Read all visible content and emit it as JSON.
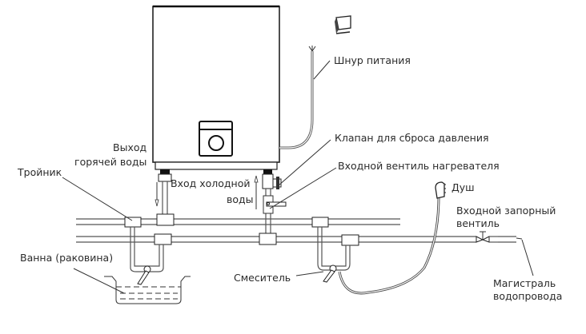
{
  "diagram": {
    "title": "Схема подключения водонагревателя",
    "labels": {
      "power_cord": "Шнур питания",
      "hot_water_outlet_line1": "Выход",
      "hot_water_outlet_line2": "горячей воды",
      "tee": "Тройник",
      "cold_water_inlet_line1": "Вход холодной",
      "cold_water_inlet_line2": "воды",
      "pressure_relief_valve": "Клапан для сброса давления",
      "heater_inlet_valve": "Входной вентиль нагревателя",
      "shower": "Душ",
      "main_shutoff_valve_line1": "Входной запорный",
      "main_shutoff_valve_line2": "вентиль",
      "bath": "Ванна (раковина)",
      "mixer": "Смеситель",
      "water_main_line1": "Магистраль",
      "water_main_line2": "водопровода"
    }
  }
}
